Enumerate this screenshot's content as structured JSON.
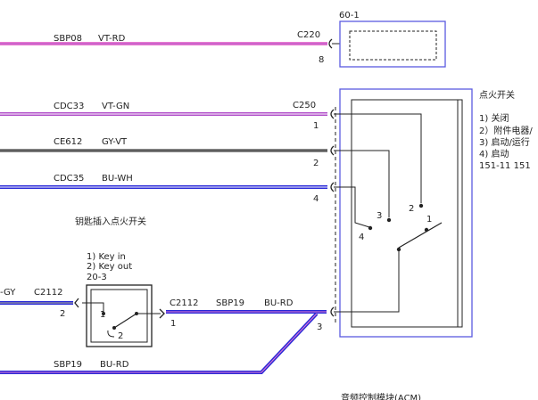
{
  "wires": {
    "sbp08": {
      "circuit": "SBP08",
      "color": "VT-RD"
    },
    "cdc33": {
      "circuit": "CDC33",
      "color": "VT-GN"
    },
    "ce612": {
      "circuit": "CE612",
      "color": "GY-VT"
    },
    "cdc35": {
      "circuit": "CDC35",
      "color": "BU-WH"
    },
    "left_gy": {
      "color": "-GY"
    },
    "sbp19_top": {
      "circuit": "SBP19",
      "color": "BU-RD"
    },
    "sbp19_bottom": {
      "circuit": "SBP19",
      "color": "BU-RD"
    }
  },
  "connectors": {
    "c220": {
      "name": "C220",
      "pin": "8"
    },
    "c250": {
      "name": "C250",
      "pins": [
        "1",
        "2",
        "4",
        "3"
      ]
    },
    "c2112_left": {
      "name": "C2112",
      "pin": "2"
    },
    "c2112_right": {
      "name": "C2112",
      "pin": "1"
    }
  },
  "module_60_1": {
    "label": "60-1"
  },
  "key_switch": {
    "title": "钥匙插入点火开关",
    "legend": [
      "1) Key in",
      "2) Key out"
    ],
    "ref": "20-3",
    "pins": [
      "1",
      "2"
    ]
  },
  "ignition_switch": {
    "title": "点火开关",
    "legend": [
      "1) 关闭",
      "2）附件电器/",
      "3) 启动/运行",
      "4) 启动"
    ],
    "refs": "151-11   151",
    "positions": [
      "1",
      "2",
      "3",
      "4"
    ]
  },
  "acm_label": "音频控制模块(ACM)",
  "colors": {
    "violet_red": "#e87bd0",
    "violet_green": "#b04dc8",
    "gray_violet": "#9a9a9a",
    "blue_white": "#2a2ad8",
    "blue_red": "#2a2ad8",
    "box_border": "#5a5ae0"
  }
}
